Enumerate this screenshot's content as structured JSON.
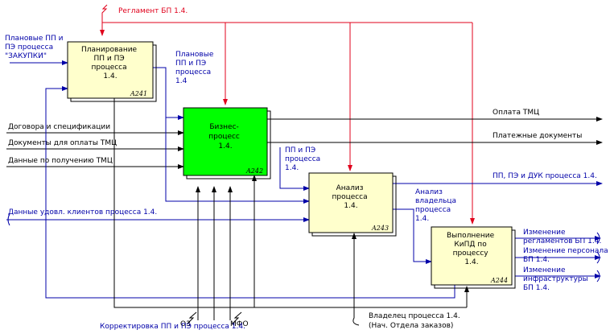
{
  "colors": {
    "red": "#e0001b",
    "blue": "#0000a8",
    "black": "#000000",
    "box_fill": "#ffffcc",
    "box_active": "#00ff00"
  },
  "boxes": [
    {
      "id": "A241",
      "lines": [
        "Планирование",
        "ПП и ПЭ",
        "процесса",
        "1.4."
      ]
    },
    {
      "id": "A242",
      "lines": [
        "Бизнес-",
        "процесс",
        "1.4."
      ]
    },
    {
      "id": "A243",
      "lines": [
        "Анализ",
        "процесса",
        "1.4."
      ]
    },
    {
      "id": "A244",
      "lines": [
        "Выполнение",
        "КиПД по",
        "процессу",
        "1.4."
      ]
    }
  ],
  "control_top": "Регламент БП 1.4.",
  "inputs": {
    "planned_zakupki": [
      "Плановые ПП и",
      "ПЭ процесса",
      "\"ЗАКУПКИ\""
    ],
    "contracts": "Договора и спецификации",
    "payment_docs": "Документы для оплаты ТМЦ",
    "receipt_data": "Данные по получению ТМЦ",
    "client_satisfaction": "Данные удовл. клиентов процесса 1.4."
  },
  "internal": {
    "planned_14": [
      "Плановые",
      "ПП и ПЭ",
      "процесса",
      "1.4"
    ],
    "pp_pe_14": [
      "ПП и ПЭ",
      "процесса",
      "1.4."
    ],
    "owner_analysis": [
      "Анализ",
      "владельца",
      "процесса",
      "1.4."
    ]
  },
  "outputs": {
    "pay_tmc": "Оплата ТМЦ",
    "pay_docs": "Платежные документы",
    "pp_pe_duk": "ПП, ПЭ и ДУК процесса 1.4.",
    "change_regs": [
      "Изменение",
      "регламентов БП 1.4."
    ],
    "change_staff": [
      "Изменение персонала",
      "БП 1.4."
    ],
    "change_infra": [
      "Изменение",
      "инфраструктуры",
      "БП 1.4."
    ]
  },
  "mechanisms": {
    "owner": "Владелец процесса 1.4.",
    "owner_sub": "(Нач. Отдела заказов)",
    "correction": "Корректировка ПП и ПЭ процесса 1.4.",
    "o3": "О3",
    "mfo": "МФО"
  }
}
